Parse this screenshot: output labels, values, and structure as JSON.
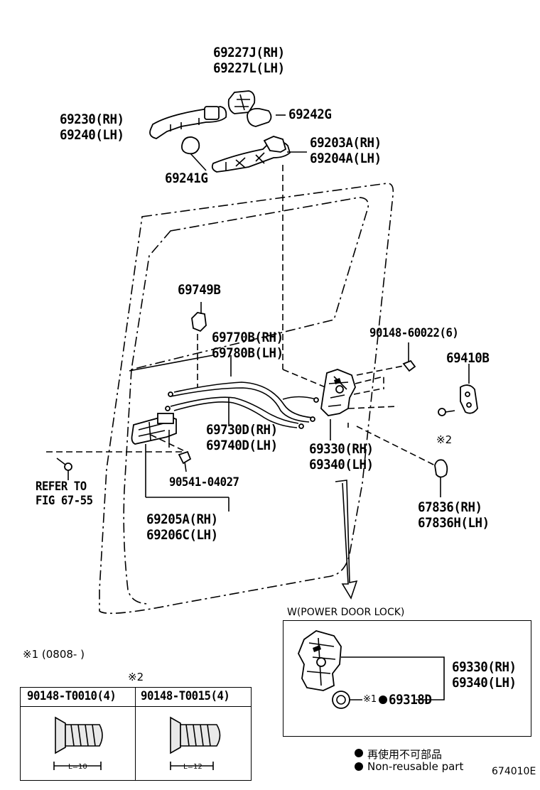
{
  "labels": {
    "p69227J": "69227J(RH)",
    "p69227L": "69227L(LH)",
    "p69230": "69230(RH)",
    "p69240": "69240(LH)",
    "p69242G": "69242G",
    "p69203A": "69203A(RH)",
    "p69204A": "69204A(LH)",
    "p69241G": "69241G",
    "p69749B": "69749B",
    "p69770B": "69770B(RH)",
    "p69780B": "69780B(LH)",
    "p90148_60022": "90148-60022(6)",
    "p69410B": "69410B",
    "mark2_small": "※2",
    "p69730D": "69730D(RH)",
    "p69740D": "69740D(LH)",
    "p69330": "69330(RH)",
    "p69340": "69340(LH)",
    "refer1": "REFER TO",
    "refer2": "FIG 67-55",
    "p90541": "90541-04027",
    "p69205A": "69205A(RH)",
    "p69206C": "69206C(LH)",
    "p67836": "67836(RH)",
    "p67836H": "67836H(LH)"
  },
  "power_lock": {
    "title": "W(POWER DOOR LOCK)",
    "p69330": "69330(RH)",
    "p69340": "69340(LH)",
    "mark1": "※1",
    "p69318D": "69318D"
  },
  "note1": "※1 (0808-      )",
  "mark2": "※2",
  "screw_table": {
    "col1": "90148-T0010(4)",
    "col2": "90148-T0015(4)",
    "len1": "L=10",
    "len2": "L=12"
  },
  "legend": {
    "jp": "再使用不可部品",
    "en": "Non-reusable part"
  },
  "drawing_id": "674010E"
}
